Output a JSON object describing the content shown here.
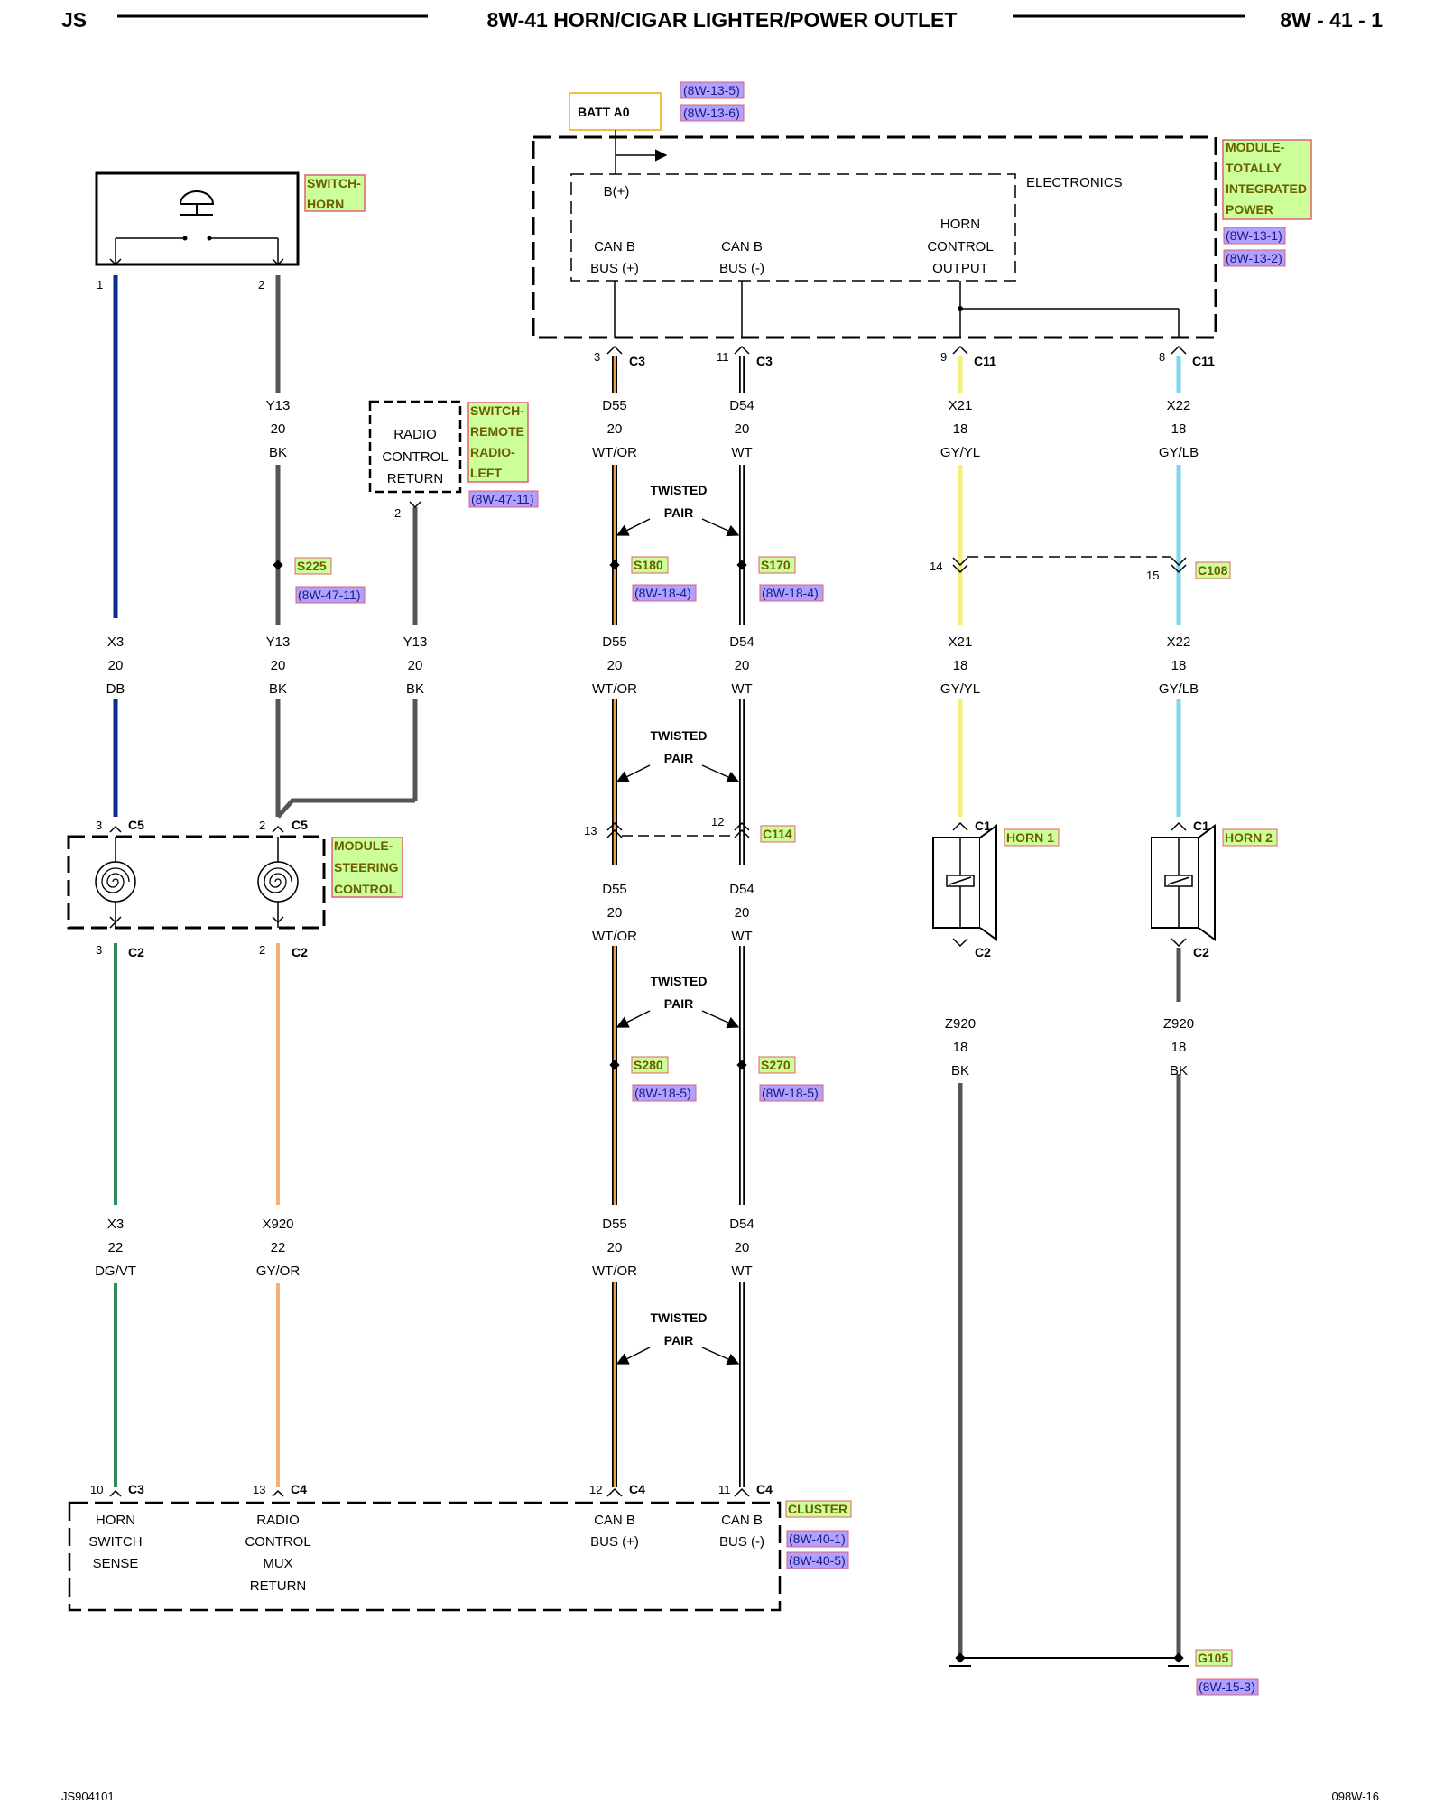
{
  "header": {
    "left": "JS",
    "title": "8W-41 HORN/CIGAR LIGHTER/POWER OUTLET",
    "right": "8W - 41 - 1"
  },
  "footer": {
    "left": "JS904101",
    "right": "098W-16"
  },
  "colors": {
    "DB": "#0a2a8c",
    "BK": "#555555",
    "WT/OR": "#f0a050",
    "WT": "#ffffff",
    "GY/YL": "#f2ef7a",
    "GY/LB": "#7fd8e8",
    "DG/VT": "#2e8b57",
    "GY/OR": "#f4b07a",
    "tag_fill": "#ccff99",
    "tag_border": "#e06070",
    "ref_fill": "#b0a0ff",
    "batt_border": "#f0c040"
  },
  "batt": {
    "label": "BATT A0",
    "refs": [
      "(8W-13-5)",
      "(8W-13-6)"
    ]
  },
  "tipm": {
    "tag": [
      "MODULE-",
      "TOTALLY",
      "INTEGRATED",
      "POWER"
    ],
    "refs": [
      "(8W-13-1)",
      "(8W-13-2)"
    ],
    "electronics": "ELECTRONICS",
    "bplus": "B(+)",
    "can_pos": [
      "CAN B",
      "BUS (+)"
    ],
    "can_neg": [
      "CAN B",
      "BUS (-)"
    ],
    "horn_out": [
      "HORN",
      "CONTROL",
      "OUTPUT"
    ]
  },
  "switch_horn": {
    "tag": [
      "SWITCH-",
      "HORN"
    ],
    "pins": [
      "1",
      "2"
    ]
  },
  "switch_remote": {
    "body": [
      "RADIO",
      "CONTROL",
      "RETURN"
    ],
    "tag": [
      "SWITCH-",
      "REMOTE",
      "RADIO-",
      "LEFT"
    ],
    "ref": "(8W-47-11)",
    "pin": "2"
  },
  "connectors": {
    "c3_3": {
      "pin": "3",
      "name": "C3"
    },
    "c3_11": {
      "pin": "11",
      "name": "C3"
    },
    "c11_9": {
      "pin": "9",
      "name": "C11"
    },
    "c11_8": {
      "pin": "8",
      "name": "C11"
    },
    "c108_14": "14",
    "c108_15": "15",
    "c108": "C108",
    "c5_3": {
      "pin": "3",
      "name": "C5"
    },
    "c5_2": {
      "pin": "2",
      "name": "C5"
    },
    "c2_3": {
      "pin": "3",
      "name": "C2"
    },
    "c2_2": {
      "pin": "2",
      "name": "C2"
    },
    "c114_13": "13",
    "c114_12": "12",
    "c114": "C114",
    "horn1_c1": "C1",
    "horn1_c2": "C2",
    "horn2_c1": "C1",
    "horn2_c2": "C2",
    "cl_10": {
      "pin": "10",
      "name": "C3"
    },
    "cl_13": {
      "pin": "13",
      "name": "C4"
    },
    "cl_12": {
      "pin": "12",
      "name": "C4"
    },
    "cl_11": {
      "pin": "11",
      "name": "C4"
    }
  },
  "wires": {
    "y13_a": [
      "Y13",
      "20",
      "BK"
    ],
    "d55_a": [
      "D55",
      "20",
      "WT/OR"
    ],
    "d54_a": [
      "D54",
      "20",
      "WT"
    ],
    "x21_a": [
      "X21",
      "18",
      "GY/YL"
    ],
    "x22_a": [
      "X22",
      "18",
      "GY/LB"
    ],
    "x3_b": [
      "X3",
      "20",
      "DB"
    ],
    "y13_b": [
      "Y13",
      "20",
      "BK"
    ],
    "y13_c": [
      "Y13",
      "20",
      "BK"
    ],
    "d55_b": [
      "D55",
      "20",
      "WT/OR"
    ],
    "d54_b": [
      "D54",
      "20",
      "WT"
    ],
    "x21_b": [
      "X21",
      "18",
      "GY/YL"
    ],
    "x22_b": [
      "X22",
      "18",
      "GY/LB"
    ],
    "d55_c": [
      "D55",
      "20",
      "WT/OR"
    ],
    "d54_c": [
      "D54",
      "20",
      "WT"
    ],
    "z920_1": [
      "Z920",
      "18",
      "BK"
    ],
    "z920_2": [
      "Z920",
      "18",
      "BK"
    ],
    "x3_d": [
      "X3",
      "22",
      "DG/VT"
    ],
    "x920_d": [
      "X920",
      "22",
      "GY/OR"
    ],
    "d55_d": [
      "D55",
      "20",
      "WT/OR"
    ],
    "d54_d": [
      "D54",
      "20",
      "WT"
    ]
  },
  "twisted": [
    "TWISTED",
    "PAIR"
  ],
  "splices": {
    "s225": {
      "tag": "S225",
      "ref": "(8W-47-11)"
    },
    "s180": {
      "tag": "S180",
      "ref": "(8W-18-4)"
    },
    "s170": {
      "tag": "S170",
      "ref": "(8W-18-4)"
    },
    "s280": {
      "tag": "S280",
      "ref": "(8W-18-5)"
    },
    "s270": {
      "tag": "S270",
      "ref": "(8W-18-5)"
    }
  },
  "steering": {
    "tag": [
      "MODULE-",
      "STEERING",
      "CONTROL"
    ]
  },
  "horn1": "HORN 1",
  "horn2": "HORN 2",
  "cluster": {
    "tag": "CLUSTER",
    "refs": [
      "(8W-40-1)",
      "(8W-40-5)"
    ],
    "horn_sense": [
      "HORN",
      "SWITCH",
      "SENSE"
    ],
    "radio_mux": [
      "RADIO",
      "CONTROL",
      "MUX",
      "RETURN"
    ],
    "can_pos": [
      "CAN B",
      "BUS (+)"
    ],
    "can_neg": [
      "CAN B",
      "BUS (-)"
    ]
  },
  "ground": {
    "tag": "G105",
    "ref": "(8W-15-3)"
  }
}
